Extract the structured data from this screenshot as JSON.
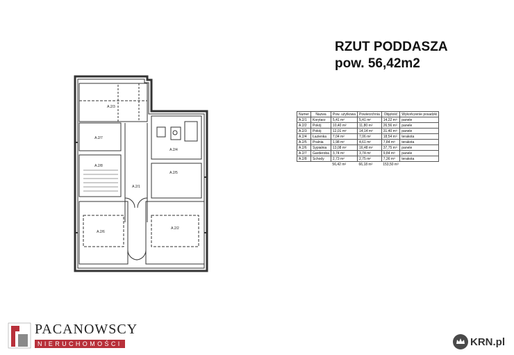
{
  "header": {
    "title": "RZUT PODDASZA",
    "area": "pow. 56,42m2"
  },
  "table": {
    "headers": [
      "Numer",
      "Nazwa",
      "Pow. użytkowa",
      "Powierzchnia",
      "Objętość",
      "Wykończenie posadzki"
    ],
    "rows": [
      [
        "A.2/1",
        "Korytarz",
        "5,41 m²",
        "5,41 m²",
        "14,22 m³",
        "panele"
      ],
      [
        "A.2/2",
        "Pokój",
        "10,40 m²",
        "11,80 m²",
        "26,56 m³",
        "panele"
      ],
      [
        "A.2/3",
        "Pokój",
        "12,01 m²",
        "14,14 m²",
        "31,40 m³",
        "panele"
      ],
      [
        "A.2/4",
        "Łazienka",
        "7,04 m²",
        "7,06 m²",
        "18,54 m³",
        "terakota"
      ],
      [
        "A.2/5",
        "Pralnia",
        "1,98 m²",
        "4,61 m²",
        "7,84 m³",
        "terakota"
      ],
      [
        "A.2/6",
        "Sypialnia",
        "13,08 m²",
        "16,48 m²",
        "37,75 m³",
        "panele"
      ],
      [
        "A.2/7",
        "Garderoba",
        "3,74 m²",
        "3,74 m²",
        "9,84 m³",
        "panele"
      ],
      [
        "A.2/8",
        "Schody",
        "2,73 m²",
        "2,75 m²",
        "7,36 m³",
        "terakota"
      ]
    ],
    "totals": [
      "",
      "",
      "56,42 m²",
      "66,18 m²",
      "153,50 m³",
      ""
    ]
  },
  "plan_labels": {
    "room1": "A.2/3",
    "room2": "A.2/7",
    "room3": "A.2/8",
    "room4": "A.2/1",
    "room5": "A.2/4",
    "room6": "A.2/5",
    "room7": "A.2/6",
    "room8": "A.2/2"
  },
  "logo": {
    "brand": "PACANOWSCY",
    "sub": "NIERUCHOMOŚCI"
  },
  "watermark": {
    "text": "KRN.pl"
  }
}
